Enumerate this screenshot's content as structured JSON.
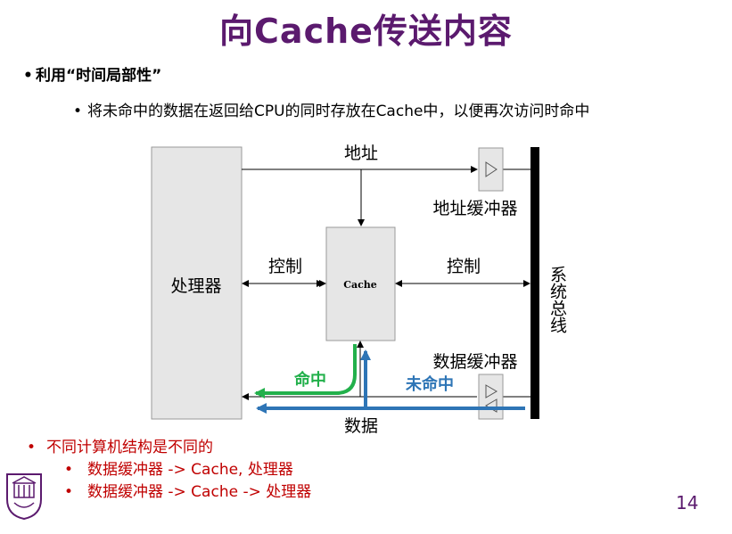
{
  "slide": {
    "title": "向Cache传送内容",
    "bullet1": "利用“时间局部性”",
    "bullet2": "将未命中的数据在返回给CPU的同时存放在Cache中，以便再次访问时命中",
    "page_number": "14"
  },
  "diagram": {
    "processor": "处理器",
    "cache": "Cache",
    "address": "地址",
    "address_buffer": "地址缓冲器",
    "control_left": "控制",
    "control_right": "控制",
    "system_bus": "系统总线",
    "data_buffer": "数据缓冲器",
    "hit": "命中",
    "miss": "未命中",
    "data": "数据"
  },
  "notes": {
    "line1": "不同计算机结构是不同的",
    "line2": "数据缓冲器 -> Cache, 处理器",
    "line3": "数据缓冲器 -> Cache -> 处理器"
  },
  "colors": {
    "title": "#5b1a6e",
    "note_red": "#c00000",
    "hit_green": "#22b04b",
    "miss_blue": "#2e75b6",
    "box_fill": "#e6e6e6"
  }
}
